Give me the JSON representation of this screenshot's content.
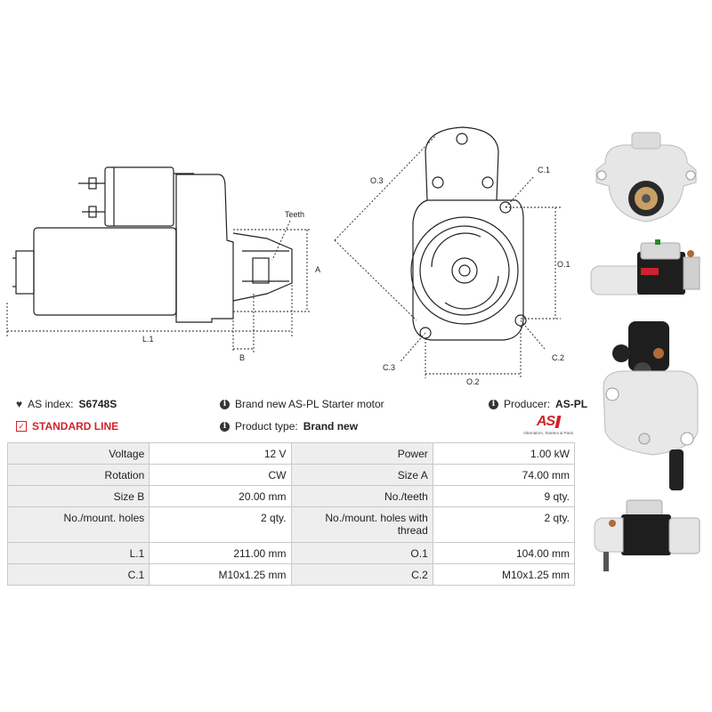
{
  "drawing": {
    "side_labels": {
      "teeth": "Teeth",
      "a": "A",
      "b": "B",
      "l1": "L.1"
    },
    "front_labels": {
      "o3": "O.3",
      "c1": "C.1",
      "o1": "O.1",
      "c3": "C.3",
      "c2": "C.2",
      "o2": "O.2"
    }
  },
  "info": {
    "as_index_label": "AS index:",
    "as_index_value": "S6748S",
    "brand_text": "Brand new AS-PL Starter motor",
    "producer_label": "Producer:",
    "producer_value": "AS-PL",
    "standard_line": "STANDARD LINE",
    "product_type_label": "Product type:",
    "product_type_value": "Brand new",
    "logo_text": "AS",
    "logo_tagline": "Alternators, Starters & Parts"
  },
  "specs": [
    [
      "Voltage",
      "12 V",
      "Power",
      "1.00 kW"
    ],
    [
      "Rotation",
      "CW",
      "Size A",
      "74.00 mm"
    ],
    [
      "Size B",
      "20.00 mm",
      "No./teeth",
      "9 qty."
    ],
    [
      "No./mount. holes",
      "2 qty.",
      "No./mount. holes with thread",
      "2 qty."
    ],
    [
      "L.1",
      "211.00 mm",
      "O.1",
      "104.00 mm"
    ],
    [
      "C.1",
      "M10x1.25 mm",
      "C.2",
      "M10x1.25 mm"
    ]
  ],
  "colors": {
    "accent_red": "#d2232a",
    "label_bg": "#eeeeee",
    "border": "#c9c9c9"
  }
}
